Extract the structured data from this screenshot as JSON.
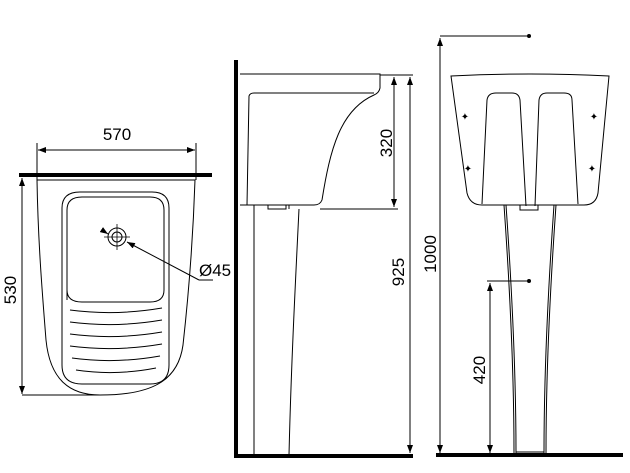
{
  "drawing": {
    "top_view": {
      "width_label": "570",
      "depth_label": "530",
      "drain_label": "Ø45"
    },
    "side_view": {
      "basin_height_label": "320",
      "rim_height_label": "925"
    },
    "front_view": {
      "total_height_label": "1000",
      "outlet_height_label": "420"
    }
  }
}
